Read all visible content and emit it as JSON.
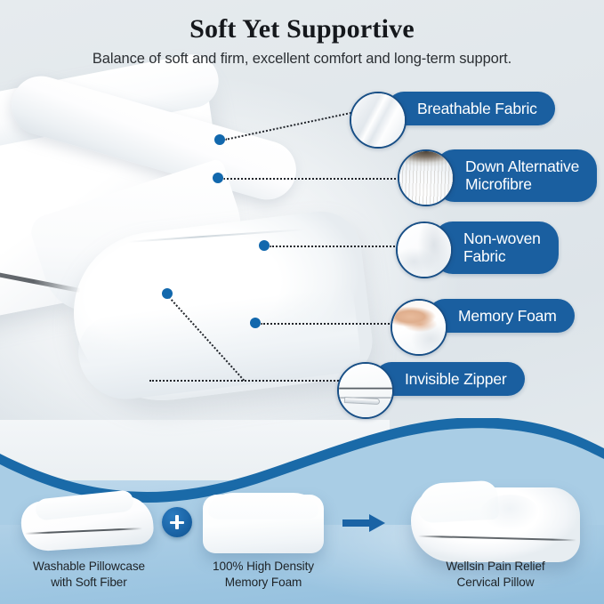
{
  "header": {
    "title": "Soft Yet Supportive",
    "subtitle": "Balance of soft and firm, excellent comfort and long-term support."
  },
  "colors": {
    "pill_blue": "#1a5fa0",
    "dot_blue": "#1268ad",
    "wave_blue": "#1a6aa8",
    "top_background": "#e3e9ec",
    "bottom_background": "#9cc5e1",
    "caption_text": "#1d2226"
  },
  "callouts": [
    {
      "label": "Breathable Fabric",
      "icon": "breathable-fabric-thumbnail"
    },
    {
      "label": "Down Alternative\nMicrofibre",
      "icon": "down-alternative-microfibre-thumbnail"
    },
    {
      "label": "Non-woven\nFabric",
      "icon": "non-woven-fabric-thumbnail"
    },
    {
      "label": "Memory Foam",
      "icon": "memory-foam-thumbnail"
    },
    {
      "label": "Invisible Zipper",
      "icon": "invisible-zipper-thumbnail"
    }
  ],
  "formula": {
    "plus_symbol": "+",
    "arrow_symbol": "→",
    "items": [
      {
        "caption": "Washable Pillowcase\nwith Soft Fiber",
        "image": "washable-pillowcase-image"
      },
      {
        "caption": "100% High Density\nMemory Foam",
        "image": "memory-foam-block-image"
      },
      {
        "caption": "Wellsin Pain Relief\nCervical Pillow",
        "image": "cervical-pillow-image"
      }
    ]
  },
  "hero": {
    "image_name": "cervical-pillow-photo"
  }
}
